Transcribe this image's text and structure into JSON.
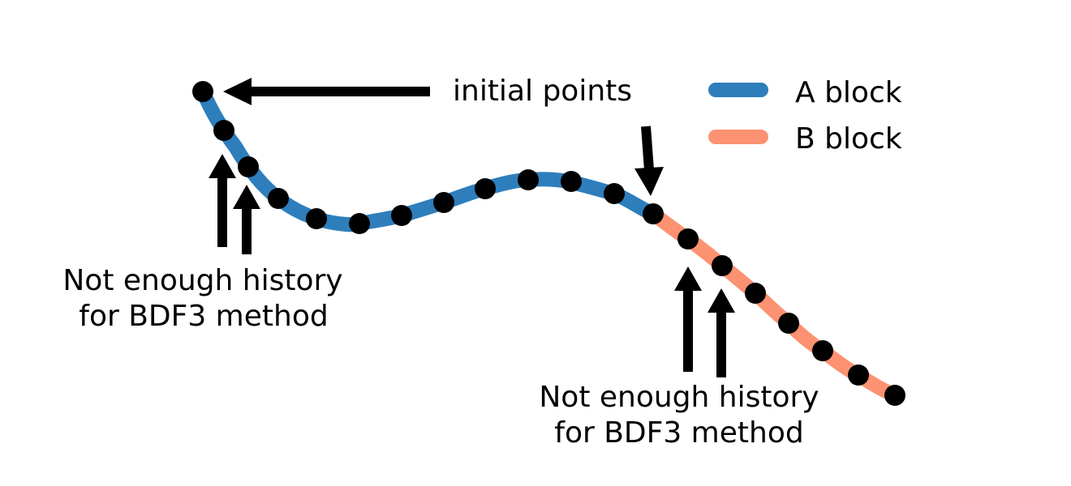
{
  "labels": {
    "initial_points": "initial points",
    "history_note_left_line1": "Not enough history",
    "history_note_left_line2": "for BDF3 method",
    "history_note_right_line1": "Not enough history",
    "history_note_right_line2": "for BDF3 method"
  },
  "legend": {
    "items": [
      {
        "label": "A block",
        "color": "#2e7ebc"
      },
      {
        "label": "B block",
        "color": "#fc9272"
      }
    ]
  },
  "colors": {
    "points": "#000000",
    "arrows": "#000000"
  },
  "curve": {
    "a_block_point_count": 12,
    "b_block_point_count": 7,
    "shared_point_count": 1
  }
}
